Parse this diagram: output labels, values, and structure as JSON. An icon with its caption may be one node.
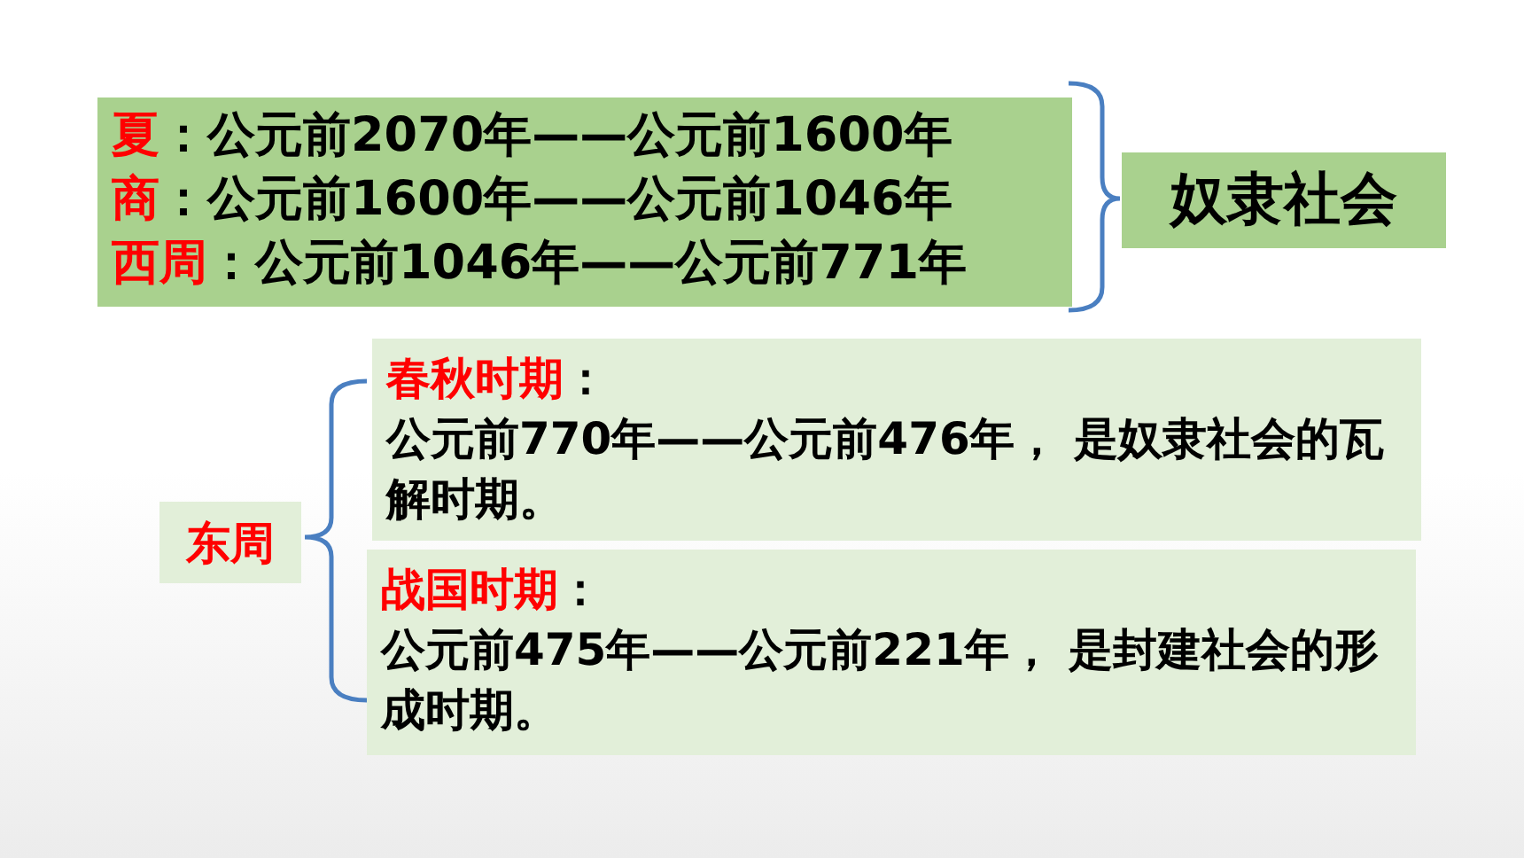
{
  "diagram": {
    "nodes": [
      {
        "text": [
          "夏",
          "：公元前2070年——公元前1600年",
          "商",
          "：公元前1600年——公元前1046年",
          "西周",
          "：公元前1046年——公元前771年"
        ]
      },
      {
        "text": [
          "奴隶社会"
        ]
      },
      {
        "text": [
          "东周"
        ]
      },
      {
        "text": [
          "春秋时期",
          "：",
          "公元前770年——公元前476年， 是奴隶社会的瓦解时期。"
        ]
      },
      {
        "text": [
          "战国时期",
          "：",
          "公元前475年——公元前221年， 是封建社会的形成时期。"
        ]
      }
    ]
  }
}
